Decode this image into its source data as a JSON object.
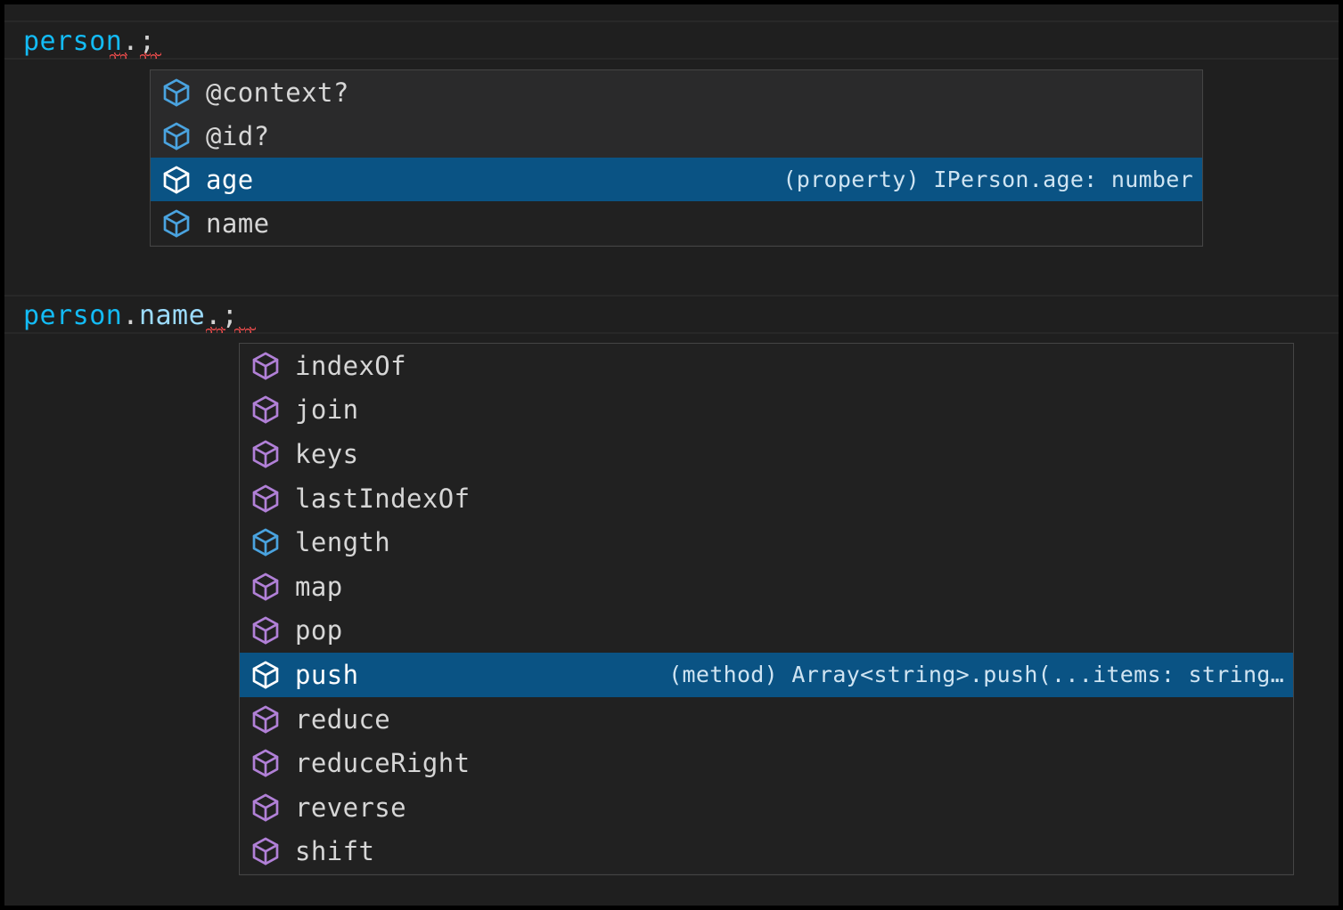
{
  "editor": {
    "lines": [
      {
        "id": "line-1",
        "segments": [
          {
            "text": "person",
            "kind": "variable"
          },
          {
            "text": ".",
            "kind": "punct"
          },
          {
            "text": ";",
            "kind": "punct"
          }
        ],
        "plain": "person.;"
      },
      {
        "id": "line-2",
        "segments": [
          {
            "text": "person",
            "kind": "variable"
          },
          {
            "text": ".",
            "kind": "punct"
          },
          {
            "text": "name",
            "kind": "property"
          },
          {
            "text": ".",
            "kind": "punct"
          },
          {
            "text": ";",
            "kind": "punct"
          }
        ],
        "plain": "person.name.;"
      }
    ],
    "line1_var": "person",
    "line1_dot": ".",
    "line1_semi": ";",
    "line2_var": "person",
    "line2_dot1": ".",
    "line2_prop": "name",
    "line2_dot2": ".",
    "line2_semi": ";"
  },
  "colors": {
    "editor_background": "#1f1f1f",
    "suggest_background": "#252526",
    "suggest_border": "#454545",
    "selected_row": "#0a5384",
    "variable_token": "#13bbf5",
    "property_token": "#9cdcfe",
    "punctuation_token": "#d4d4d4",
    "error_squiggle": "#f14c4c",
    "property_icon": "#4aa3df",
    "method_icon": "#b180d7",
    "selected_icon": "#ffffff"
  },
  "suggest_widgets": [
    {
      "name": "member-suggestions-person",
      "selected_index": 2,
      "items": [
        {
          "label": "@context?",
          "icon": "property-cube-icon",
          "icon_color": "#4aa3df",
          "detail": ""
        },
        {
          "label": "@id?",
          "icon": "property-cube-icon",
          "icon_color": "#4aa3df",
          "detail": ""
        },
        {
          "label": "age",
          "icon": "property-cube-icon",
          "icon_color": "#ffffff",
          "detail": "(property) IPerson.age: number"
        },
        {
          "label": "name",
          "icon": "property-cube-icon",
          "icon_color": "#4aa3df",
          "detail": ""
        }
      ]
    },
    {
      "name": "member-suggestions-person-name",
      "selected_index": 7,
      "items": [
        {
          "label": "indexOf",
          "icon": "method-cube-icon",
          "icon_color": "#b180d7",
          "detail": ""
        },
        {
          "label": "join",
          "icon": "method-cube-icon",
          "icon_color": "#b180d7",
          "detail": ""
        },
        {
          "label": "keys",
          "icon": "method-cube-icon",
          "icon_color": "#b180d7",
          "detail": ""
        },
        {
          "label": "lastIndexOf",
          "icon": "method-cube-icon",
          "icon_color": "#b180d7",
          "detail": ""
        },
        {
          "label": "length",
          "icon": "property-cube-icon",
          "icon_color": "#4aa3df",
          "detail": ""
        },
        {
          "label": "map",
          "icon": "method-cube-icon",
          "icon_color": "#b180d7",
          "detail": ""
        },
        {
          "label": "pop",
          "icon": "method-cube-icon",
          "icon_color": "#b180d7",
          "detail": ""
        },
        {
          "label": "push",
          "icon": "method-cube-icon",
          "icon_color": "#ffffff",
          "detail": "(method) Array<string>.push(...items: string…"
        },
        {
          "label": "reduce",
          "icon": "method-cube-icon",
          "icon_color": "#b180d7",
          "detail": ""
        },
        {
          "label": "reduceRight",
          "icon": "method-cube-icon",
          "icon_color": "#b180d7",
          "detail": ""
        },
        {
          "label": "reverse",
          "icon": "method-cube-icon",
          "icon_color": "#b180d7",
          "detail": ""
        },
        {
          "label": "shift",
          "icon": "method-cube-icon",
          "icon_color": "#b180d7",
          "detail": ""
        }
      ]
    }
  ]
}
